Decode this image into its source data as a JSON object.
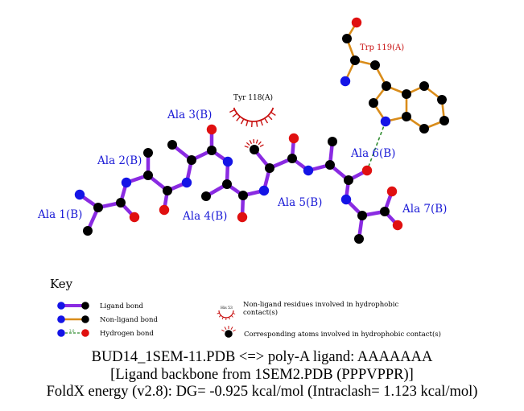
{
  "colors": {
    "ligand_bond": "#8a2be2",
    "nonligand_bond": "#d98c1a",
    "hbond": "#2e8b2e",
    "carbon": "#000000",
    "nitrogen": "#1414e6",
    "oxygen": "#e01010",
    "label_ligand": "#1a1ad6",
    "label_residue": "#c81010",
    "hydrophobic": "#c81010"
  },
  "residue_labels": {
    "ala1": "Ala 1(B)",
    "ala2": "Ala 2(B)",
    "ala3": "Ala 3(B)",
    "ala4": "Ala 4(B)",
    "ala5": "Ala 5(B)",
    "ala6": "Ala 6(B)",
    "ala7": "Ala 7(B)",
    "trp119": "Trp 119(A)",
    "tyr118": "Tyr 118(A)"
  },
  "key": {
    "title": "Key",
    "ligand_bond": "Ligand bond",
    "nonligand_bond": "Non-ligand bond",
    "hydrogen_bond": "Hydrogen bond",
    "hbond_length_sample": "3.0",
    "example_residue": "His 53",
    "hydrophobic_residues": "Non-ligand residues involved in hydrophobic contact(s)",
    "hydrophobic_atoms": "Corresponding atoms involved in hydrophobic contact(s)"
  },
  "caption": {
    "line1": "BUD14_1SEM-11.PDB <=> poly-A ligand: AAAAAAA",
    "line2": "[Ligand backbone from 1SEM2.PDB (PPPVPPR)]",
    "line3": "FoldX energy (v2.8): DG= -0.925 kcal/mol (Intraclash= 1.123 kcal/mol)"
  }
}
